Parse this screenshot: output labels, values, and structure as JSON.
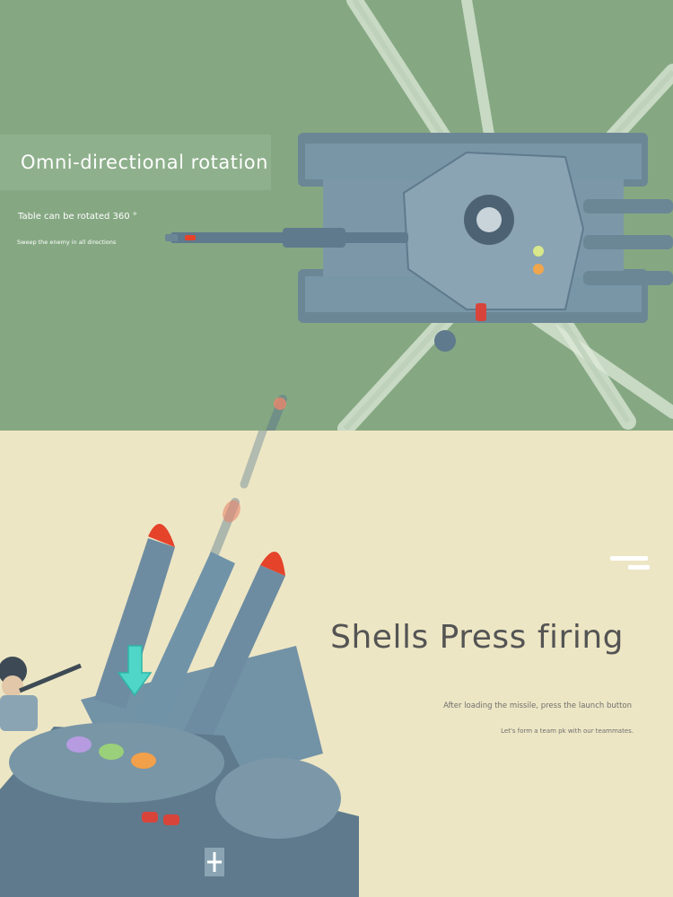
{
  "sections": {
    "rotation": {
      "title": "Omni-directional rotation",
      "subtitle": "Table can be rotated 360 °",
      "caption": "Sweep the enemy in all directions"
    },
    "firing": {
      "title": "Shells Press firing",
      "line1": "After loading the missile, press the launch button",
      "line2": "Let's form a team pk with our teammates."
    }
  },
  "colors": {
    "top_background": "#85a882",
    "bottom_background": "#ede6c4",
    "tank_body": "#5f7a8d",
    "missile_tip": "#e5432a",
    "arrow": "#4fd6c8"
  },
  "icons": {
    "arrow": "down-arrow-icon",
    "buttons": [
      "purple-button-icon",
      "green-button-icon",
      "orange-button-icon"
    ]
  }
}
